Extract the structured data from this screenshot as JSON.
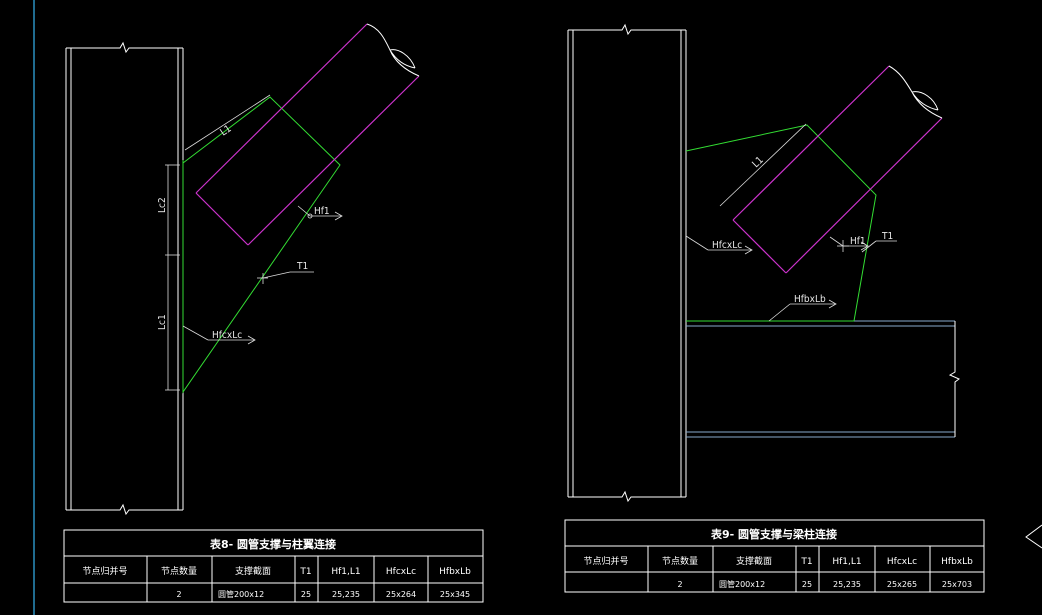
{
  "drawing1": {
    "dims": {
      "lc2": "Lc2",
      "lc1": "Lc1",
      "l1": "L1"
    },
    "weld_hf1": "Hf1",
    "weld_t1": "T1",
    "weld_hfcxlc": "HfcxLc",
    "table": {
      "title": "表8- 圆管支撑与柱翼连接",
      "headers": [
        "节点归并号",
        "节点数量",
        "支撑截面",
        "T1",
        "Hf1,L1",
        "HfcxLc",
        "HfbxLb"
      ],
      "row": [
        "",
        "2",
        "圆管200x12",
        "25",
        "25,235",
        "25x264",
        "25x345"
      ]
    }
  },
  "drawing2": {
    "dims": {
      "l1": "L1"
    },
    "weld_hf1": "Hf1",
    "weld_t1": "T1",
    "weld_hfcxlc": "HfcxLc",
    "weld_hfbxlb": "HfbxLb",
    "table": {
      "title": "表9- 圆管支撑与梁柱连接",
      "headers": [
        "节点归并号",
        "节点数量",
        "支撑截面",
        "T1",
        "Hf1,L1",
        "HfcxLc",
        "HfbxLb"
      ],
      "row": [
        "",
        "2",
        "圆管200x12",
        "25",
        "25,235",
        "25x265",
        "25x703"
      ]
    }
  },
  "colors": {
    "background": "#000000",
    "structure": "#ffffff",
    "gusset": "#33dd33",
    "brace": "#cc33cc",
    "beam": "#88aacc",
    "edge": "#2a8fbf"
  }
}
